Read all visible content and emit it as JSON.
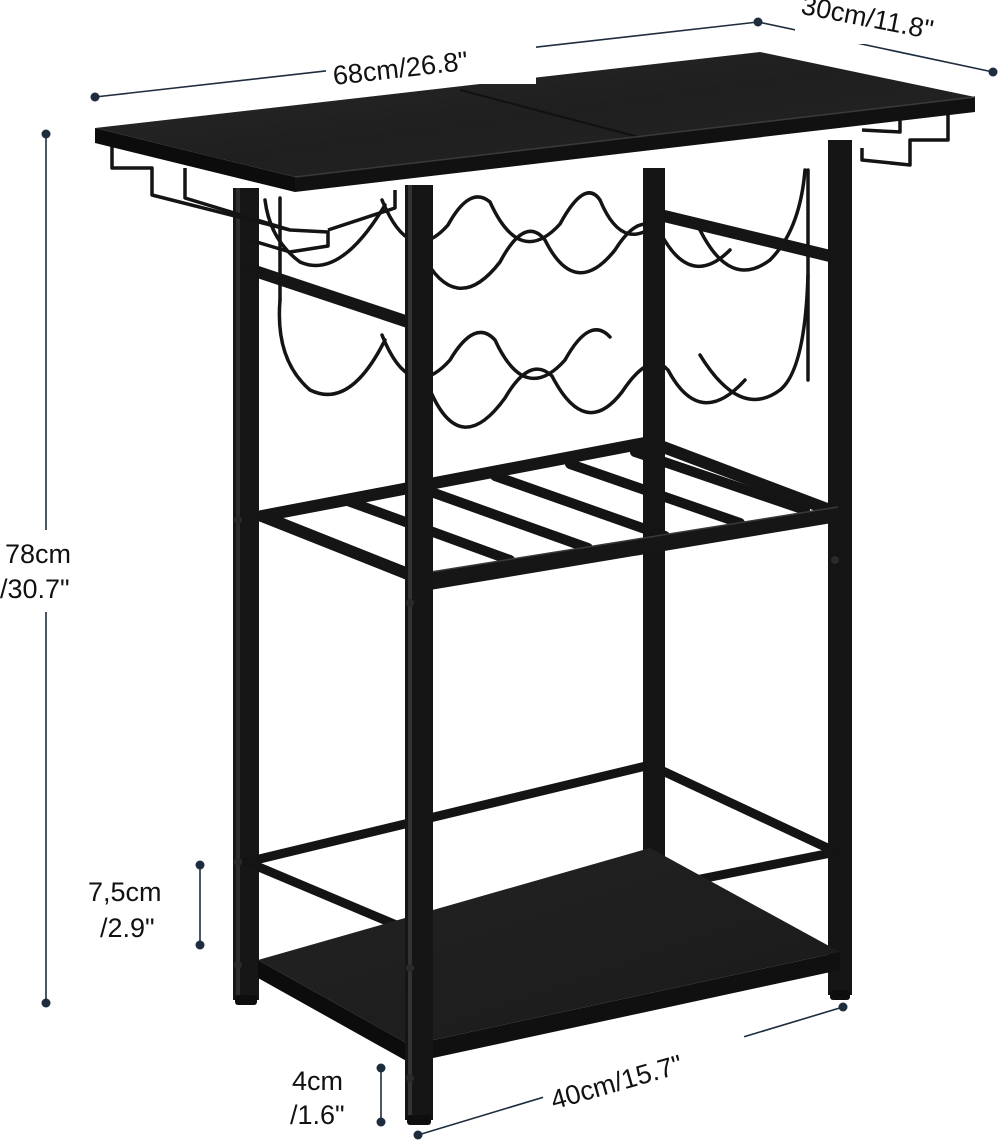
{
  "colors": {
    "furniture": "#141414",
    "board_top": "#232323",
    "board_edge": "#0b0b0b",
    "frame_highlight": "#3a3a3a",
    "dimension_line": "#1e2d3d",
    "text": "#111111",
    "background": "#ffffff"
  },
  "dimensions": {
    "width": "68cm/26.8\"",
    "depth": "30cm/11.8\"",
    "height_cm": "78cm",
    "height_in": "/30.7\"",
    "shelf_rail_cm": "7,5cm",
    "shelf_rail_in": "/2.9\"",
    "foot_cm": "4cm",
    "foot_in": "/1.6\"",
    "bottom_depth": "40cm/15.7\""
  }
}
